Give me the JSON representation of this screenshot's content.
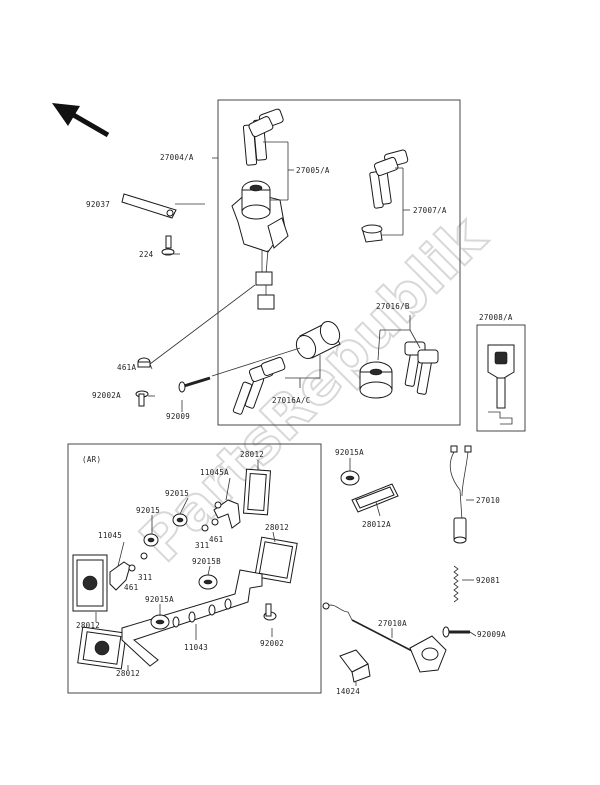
{
  "watermark": "PartsRepublik",
  "group_note": "(AR)",
  "labels": {
    "l27004A": "27004/A",
    "l27005A": "27005/A",
    "l27007A": "27007/A",
    "l92037": "92037",
    "l224": "224",
    "l27016B": "27016/B",
    "l27008A": "27008/A",
    "l461A": "461A",
    "l92002A": "92002A",
    "l92009": "92009",
    "l27016AC": "27016A/C",
    "l28012_top": "28012",
    "l11045A": "11045A",
    "l92015": "92015",
    "l92015_b": "92015",
    "l11045": "11045",
    "l311_a": "311",
    "l461_a": "461",
    "l461_b": "461",
    "l311_b": "311",
    "l28012_mid": "28012",
    "l92015B": "92015B",
    "l92015A": "92015A",
    "l28012_left": "28012",
    "l11043": "11043",
    "l92002": "92002",
    "l28012_bot": "28012",
    "l92015A_r": "92015A",
    "l28012A": "28012A",
    "l27010": "27010",
    "l92081": "92081",
    "l27010A": "27010A",
    "l92009A": "92009A",
    "l14024": "14024"
  }
}
